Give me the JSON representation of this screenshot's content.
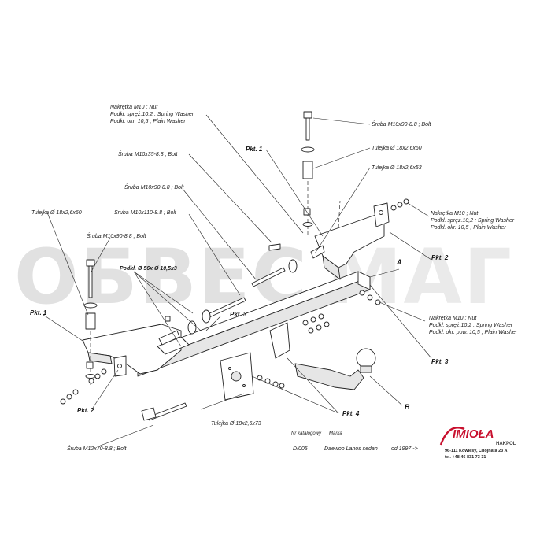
{
  "watermark": {
    "left": "ОБВЕС",
    "right": "МАГ"
  },
  "labels": {
    "nut_top_1": "Nakrętka  M10 ; Nut",
    "nut_top_2": "Podkł. spręż.10,2 ; Spring Washer",
    "nut_top_3": "Podkł. okr. 10,5 ; Plain Washer",
    "bolt_m10x35": "Śruba M10x35-8.8 ;  Bolt",
    "bolt_m10x90_a": "Śruba M10x90-8.8 ;  Bolt",
    "bolt_m10x110": "Śruba  M10x110-8.8 ;  Bolt",
    "sleeve_60_left": "Tulejka  Ø  18x2,6x60",
    "bolt_m10x90_b": "Śruba M10x90-8.8 ;  Bolt",
    "washer_56": "Podkł.  Ø 56x Ø  10,5x3",
    "bolt_m10x90_top": "Śruba M10x90-8.8 ;  Bolt",
    "sleeve_60_top": "Tulejka  Ø  18x2,6x60",
    "sleeve_53": "Tulejka  Ø  18x2,6x53",
    "nut_right_1": "Nakrętka  M10 ; Nut",
    "nut_right_2": "Podkł. spręż.10,2 ; Spring Washer",
    "nut_right_3": "Podkł. okr. 10,5 ; Plain Washer",
    "nut_mid_1": "Nakrętka  M10 ; Nut",
    "nut_mid_2": "Podkł. spręż.10,2 ; Spring Washer",
    "nut_mid_3": "Podkł. okr. pow. 10,5 ; Plain Washer",
    "sleeve_73": "Tulejka  Ø  18x2,6x73",
    "bolt_m12x70": "Śruba M12x70-8.8 ;  Bolt",
    "pkt1_left": "Pkt. 1",
    "pkt1_top": "Pkt. 1",
    "pkt2_left": "Pkt. 2",
    "pkt2_right": "Pkt. 2",
    "pkt3_mid": "Pkt. 3",
    "pkt3_right": "Pkt. 3",
    "pkt4": "Pkt. 4",
    "letter_a": "A",
    "letter_b": "B"
  },
  "footer": {
    "catalog_caption": "Nr katalogowy",
    "brand_caption": "Marka",
    "catalog_no": "D/005",
    "model": "Daewoo Lanos sedan",
    "since": "od 1997 ->"
  },
  "logo": {
    "name": "IMIOŁA",
    "sub": "HAKPOL",
    "address1": "96-111 Kowiesy,  Chojnata 23 A",
    "address2": "tel. +48 46 831 73 31"
  },
  "colors": {
    "watermark": "#c9c9c9",
    "logo_red": "#c8102e",
    "ink": "#1a1a1a"
  }
}
